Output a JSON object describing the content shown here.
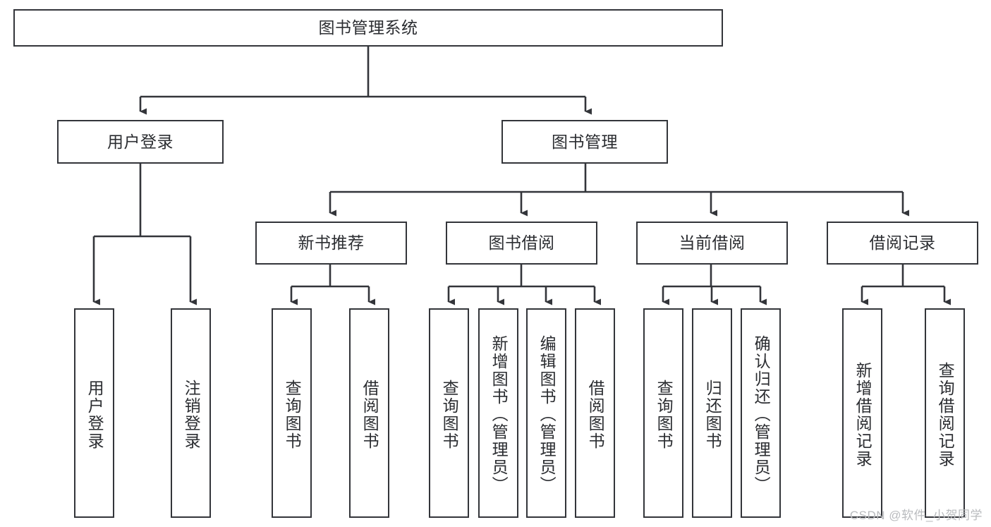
{
  "diagram": {
    "title": "图书管理系统",
    "type": "tree-hierarchy-chart",
    "root": {
      "label": "图书管理系统"
    },
    "level2": [
      {
        "label": "用户登录"
      },
      {
        "label": "图书管理"
      }
    ],
    "level3": [
      {
        "label": "新书推荐"
      },
      {
        "label": "图书借阅"
      },
      {
        "label": "当前借阅"
      },
      {
        "label": "借阅记录"
      }
    ],
    "leaves": {
      "user_login": [
        {
          "label": "用户登录"
        },
        {
          "label": "注销登录"
        }
      ],
      "new_book_recommend": [
        {
          "label": "查询图书"
        },
        {
          "label": "借阅图书"
        }
      ],
      "book_borrow": [
        {
          "label": "查询图书"
        },
        {
          "label": "新增图书（管理员）"
        },
        {
          "label": "编辑图书（管理员）"
        },
        {
          "label": "借阅图书"
        }
      ],
      "current_borrow": [
        {
          "label": "查询图书"
        },
        {
          "label": "归还图书"
        },
        {
          "label": "确认归还（管理员）"
        }
      ],
      "borrow_record": [
        {
          "label": "新增借阅记录"
        },
        {
          "label": "查询借阅记录"
        }
      ]
    },
    "watermark": "CSDN @软件_小贺同学",
    "colors": {
      "stroke": "#33353a",
      "text": "#2b2d31",
      "background": "#ffffff",
      "watermark": "#b9bbbe"
    }
  }
}
